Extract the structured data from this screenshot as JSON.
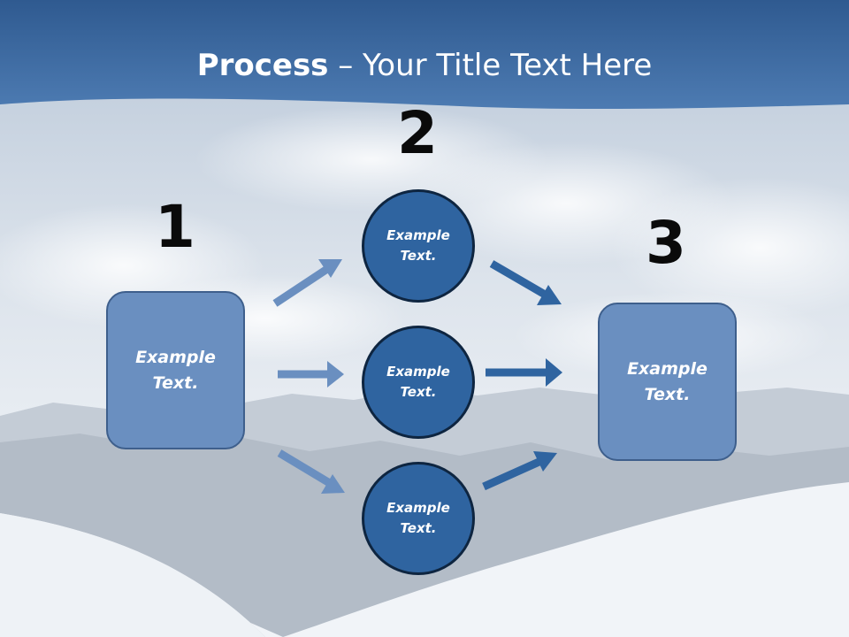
{
  "title": {
    "bold": "Process",
    "rest": " – Your Title Text Here"
  },
  "steps": [
    "1",
    "2",
    "3"
  ],
  "boxes": {
    "left": "Example Text.",
    "right": "Example Text."
  },
  "circles": [
    "Example Text.",
    "Example Text.",
    "Example Text."
  ],
  "colors": {
    "header": "#3d6ba3",
    "box_fill": "#6a8fc0",
    "circle_fill": "#2f64a0",
    "arrow_light": "#6a8fc0",
    "arrow_dark": "#2f64a0"
  }
}
